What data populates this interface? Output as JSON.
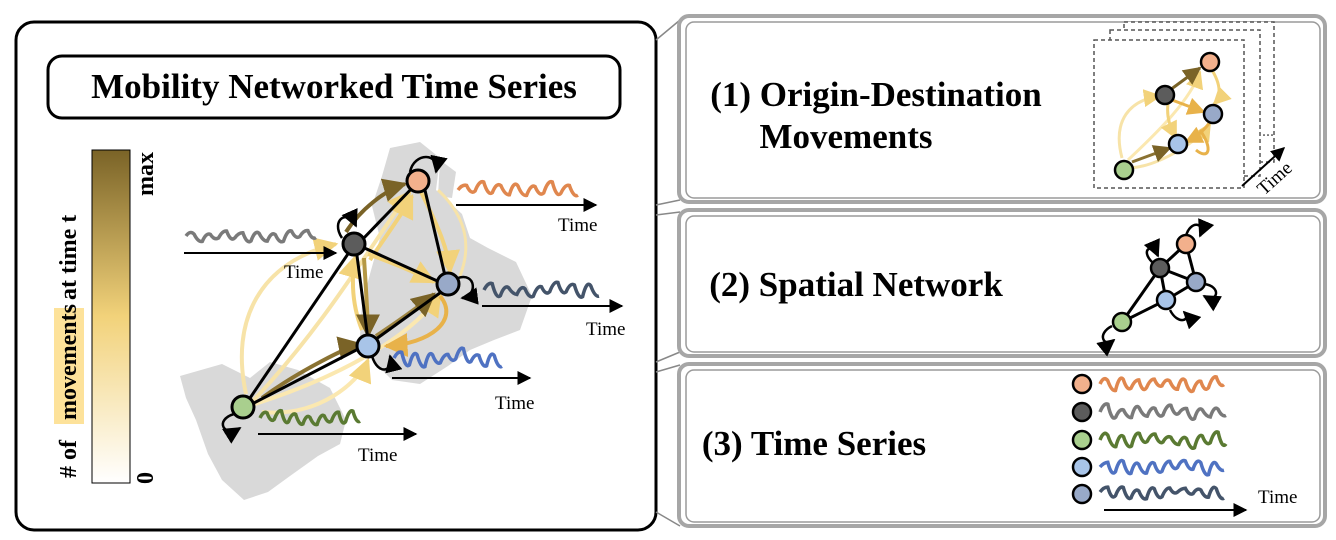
{
  "main": {
    "title": "Mobility Networked Time Series",
    "colorbar": {
      "label_prefix": "# of",
      "label_highlight": "movements",
      "label_suffix": "at time t",
      "max_label": "max",
      "min_label": "0",
      "color_high": "#7a6327",
      "color_mid": "#f2d27a",
      "color_low": "#ffffff"
    },
    "time_label": "Time"
  },
  "panels": [
    {
      "label": "(1) Origin-Destination",
      "label_line2": "Movements",
      "time_label": "Time"
    },
    {
      "label": "(2) Spatial Network"
    },
    {
      "label": "(3) Time Series",
      "time_label": "Time"
    }
  ],
  "node_colors": {
    "orange": "#f2b08c",
    "dark": "#5c5c5c",
    "blue": "#98a9c8",
    "light_blue": "#a8c4e8",
    "green": "#a9cf8e"
  },
  "series_colors": {
    "orange": "#e0874e",
    "gray": "#7a7a7a",
    "green": "#5a7a32",
    "blue": "#4f72c2",
    "slate": "#44546a"
  }
}
